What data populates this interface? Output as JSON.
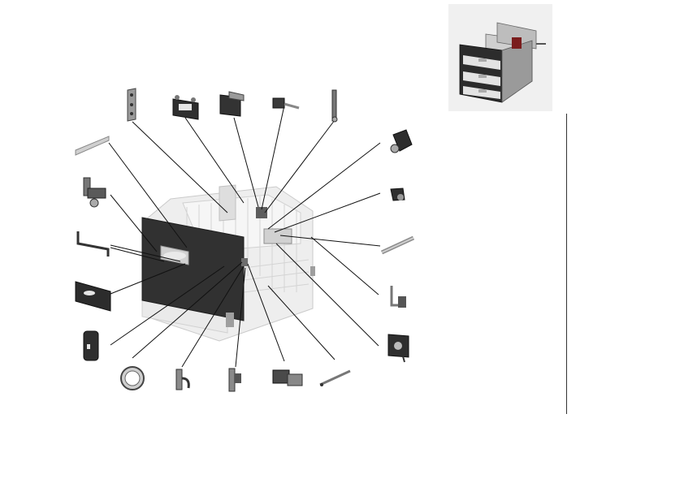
{
  "figure": {
    "kind": "exploded-parts-diagram",
    "subject": "paper-tray-drawer-unit",
    "colors": {
      "leader_line": "#111111",
      "part_dark": "#2a2a2a",
      "part_mid": "#8a8a8a",
      "part_light": "#d9d9d9",
      "ghost": "#e6e6e6",
      "inset_bg": "#f0f0f0"
    },
    "parts": [
      {
        "id": "left-bracket-top"
      },
      {
        "id": "mount-plate"
      },
      {
        "id": "sensor-cover"
      },
      {
        "id": "solenoid-small"
      },
      {
        "id": "rod-vertical"
      },
      {
        "id": "motor"
      },
      {
        "id": "gear-bracket"
      },
      {
        "id": "shaft"
      },
      {
        "id": "hook-bracket-right"
      },
      {
        "id": "board-bracket"
      },
      {
        "id": "rail-top-left"
      },
      {
        "id": "latch-assembly"
      },
      {
        "id": "guide-rail"
      },
      {
        "id": "front-panel"
      },
      {
        "id": "stopper"
      },
      {
        "id": "ring-gear"
      },
      {
        "id": "hook-bracket"
      },
      {
        "id": "hinge-bracket"
      },
      {
        "id": "solenoid-bottom"
      },
      {
        "id": "rod-bottom"
      }
    ]
  }
}
